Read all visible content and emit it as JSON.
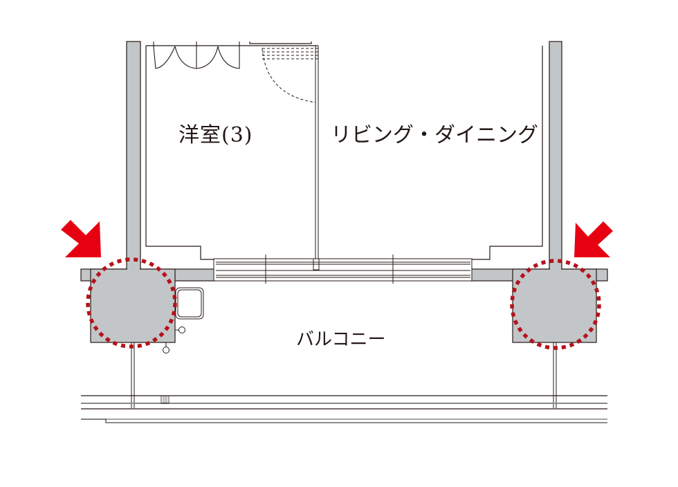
{
  "floorplan": {
    "rooms": {
      "western_room": "洋室(3)",
      "living_dining": "リビング・ダイニング",
      "balcony": "バルコニー"
    },
    "highlights": [
      {
        "name": "left-column-highlight",
        "marker": "dotted-circle",
        "pointer": "arrow-down-right"
      },
      {
        "name": "right-column-highlight",
        "marker": "dotted-circle",
        "pointer": "arrow-down-left"
      }
    ],
    "colors": {
      "wall_fill": "#c3c6c8",
      "line": "#231815",
      "highlight": "#b5121b",
      "arrow": "#e60012"
    }
  }
}
